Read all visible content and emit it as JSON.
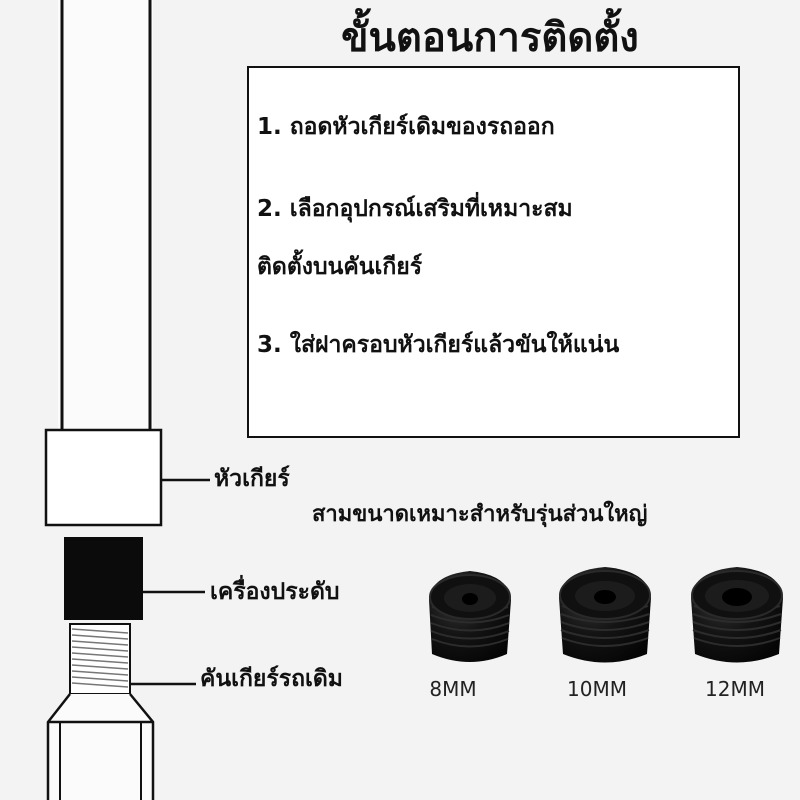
{
  "title": "ขั้นตอนการติดตั้ง",
  "steps": [
    "1. ถอดหัวเกียร์เดิมของรถออก",
    "2. เลือกอุปกรณ์เสริมที่เหมาะสม",
    "ติดตั้งบนคันเกียร์",
    "3. ใส่ฝาครอบหัวเกียร์แล้วขันให้แน่น"
  ],
  "labels": {
    "knob_head": "หัวเกียร์",
    "sizes_note": "สามขนาดเหมาะสำหรับรุ่นส่วนใหญ่",
    "adapter": "เครื่องประดับ",
    "original_lever": "คันเกียร์รถเดิม"
  },
  "adapters": [
    {
      "size": "8MM"
    },
    {
      "size": "10MM"
    },
    {
      "size": "12MM"
    }
  ],
  "colors": {
    "outline": "#111111",
    "adapter_black": "#0c0c0c",
    "background": "#f3f3f3"
  }
}
